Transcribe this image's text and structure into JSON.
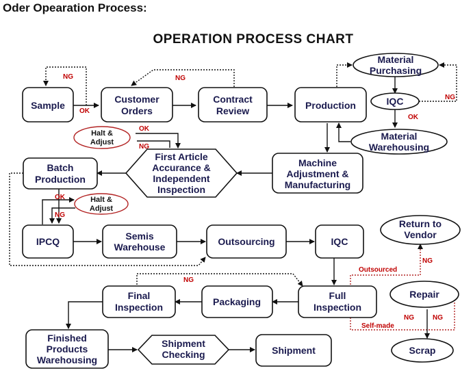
{
  "header": {
    "page_title": "Oder Opearation Process:",
    "chart_title": "OPERATION PROCESS  CHART"
  },
  "nodes": {
    "sample": "Sample",
    "customer_orders": [
      "Customer",
      "Orders"
    ],
    "contract_review": [
      "Contract",
      "Review"
    ],
    "production": "Production",
    "material_purchasing": [
      "Material",
      "Purchasing"
    ],
    "iqc_top": "IQC",
    "material_warehousing": [
      "Material",
      "Warehousing"
    ],
    "machine_adjustment": [
      "Machine",
      "Adjustment &",
      "Manufacturing"
    ],
    "first_article": [
      "First Article",
      "Accurance &",
      "Independent",
      "Inspection"
    ],
    "batch_production": [
      "Batch",
      "Production"
    ],
    "halt_adjust_1": [
      "Halt &",
      "Adjust"
    ],
    "halt_adjust_2": [
      "Halt &",
      "Adjust"
    ],
    "ipcq": "IPCQ",
    "semis_warehouse": [
      "Semis",
      "Warehouse"
    ],
    "outsourcing": "Outsourcing",
    "iqc_mid": "IQC",
    "return_to_vendor": [
      "Return to",
      "Vendor"
    ],
    "full_inspection": [
      "Full",
      "Inspection"
    ],
    "packaging": "Packaging",
    "final_inspection": [
      "Final",
      "Inspection"
    ],
    "repair": "Repair",
    "scrap": "Scrap",
    "finished_products": [
      "Finished",
      "Products",
      "Warehousing"
    ],
    "shipment_checking": [
      "Shipment",
      "Checking"
    ],
    "shipment": "Shipment"
  },
  "tags": {
    "ng": "NG",
    "ok": "OK",
    "outsourced": "Outsourced",
    "self_made": "Self-made"
  },
  "colors": {
    "box_stroke": "#111111",
    "text": "#1a1a4e",
    "tag_red": "#c00000",
    "oval_red": "#b22222"
  }
}
